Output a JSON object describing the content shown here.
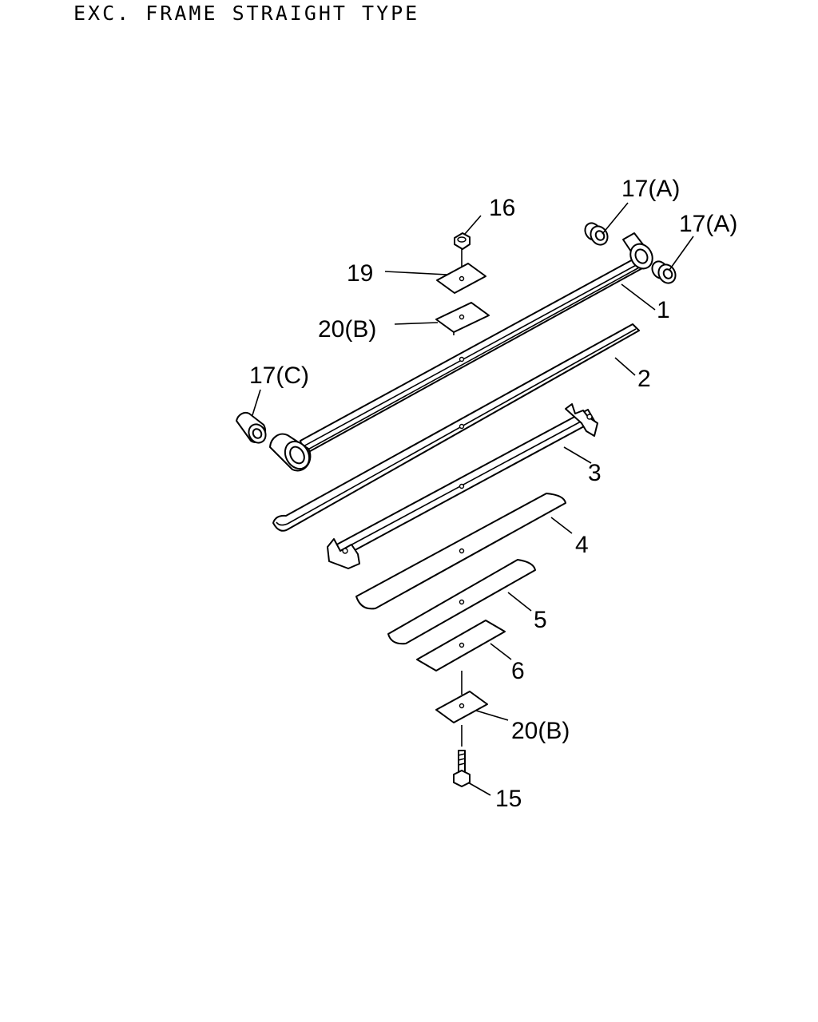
{
  "title": "EXC. FRAME STRAIGHT TYPE",
  "callouts": {
    "c16": "16",
    "c17a_top": "17(A)",
    "c17a_right": "17(A)",
    "c19": "19",
    "c20b_top": "20(B)",
    "c1": "1",
    "c2": "2",
    "c17c": "17(C)",
    "c3": "3",
    "c4": "4",
    "c5": "5",
    "c6": "6",
    "c20b_bottom": "20(B)",
    "c15": "15"
  }
}
